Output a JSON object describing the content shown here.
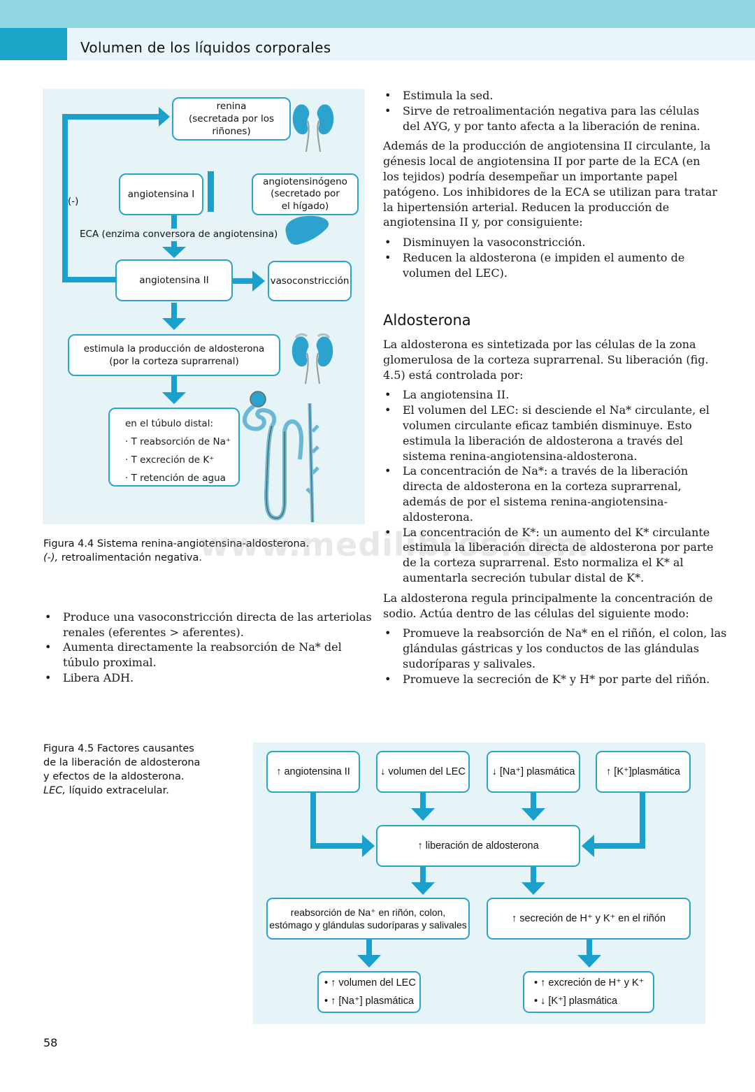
{
  "header": {
    "title": "Volumen de los líquidos corporales"
  },
  "fig44": {
    "renina": "renina",
    "renina_sub": "(secretada por los riñones)",
    "ang1": "angiotensina I",
    "angiotensinogeno": "angiotensinógeno",
    "angiotensinogeno_sub": "(secretado por",
    "angiotensinogeno_sub2": "el hígado)",
    "neg": "(-)",
    "eca": "ECA (enzima conversora de angiotensina)",
    "ang2": "angiotensina II",
    "vaso": "vasoconstricción",
    "aldo1": "estimula la producción de aldosterona",
    "aldo2": "(por la corteza suprarrenal)",
    "tubulo": [
      "en el túbulo distal:",
      "· T reabsorción de Na⁺",
      "· T excreción de K⁺",
      "· T retención de agua"
    ],
    "caption_a": "Figura 4.4 Sistema renina-angiotensina-aldosterona.",
    "caption_b_italic": "(-),",
    "caption_b": " retroalimentación negativa."
  },
  "watermark": "www.medilibros.com",
  "left_bullets": [
    "Produce una vasoconstricción directa de las arteriolas renales (eferentes > aferentes).",
    "Aumenta directamente la reabsorción de Na* del túbulo proximal.",
    "Libera ADH."
  ],
  "right_col": {
    "bullets1": [
      "Estimula la sed.",
      "Sirve de retroalimentación negativa para las células del AYG, y por tanto afecta a la liberación de renina."
    ],
    "para1": "Además de la producción de angiotensina II circulante, la génesis local de angiotensina II por parte de la ECA (en los tejidos) podría desempeñar un importante papel patógeno. Los inhibidores de la ECA se utilizan para tratar la hipertensión arterial. Reducen la producción de angiotensina II y, por consiguiente:",
    "bullets2": [
      "Disminuyen la vasoconstricción.",
      "Reducen la aldosterona (e impiden el aumento de volumen del LEC)."
    ],
    "heading": "Aldosterona",
    "para2": "La aldosterona es sintetizada por las células de la zona glomerulosa de la corteza suprarrenal. Su liberación (fig. 4.5) está controlada por:",
    "bullets3": [
      "La angiotensina II.",
      "El volumen del LEC: si desciende el Na* circulante, el volumen circulante eficaz también disminuye. Esto estimula la liberación de aldosterona a través del sistema renina-angiotensina-aldosterona.",
      "La concentración de Na*: a través de la liberación directa de aldosterona en la corteza suprarrenal, además de por el sistema renina-angiotensina-aldosterona.",
      "La concentración de K*: un aumento del K* circulante estimula la liberación directa de aldosterona por parte de la corteza suprarrenal. Esto normaliza el K* al aumentarla secreción tubular distal de K*."
    ],
    "para3": "La aldosterona regula principalmente la concentración de sodio. Actúa dentro de las células del siguiente modo:",
    "bullets4": [
      "Promueve la reabsorción de Na* en el riñón, el colon, las glándulas gástricas y los conductos de las glándulas sudoríparas y salivales.",
      "Promueve la secreción de K* y H* por parte del riñón."
    ]
  },
  "fig45": {
    "caption_1": "Figura 4.5 Factores causantes",
    "caption_2": "de la liberación de aldosterona",
    "caption_3": "y efectos de la aldosterona.",
    "caption_4_italic": "LEC,",
    "caption_4": " líquido extracelular.",
    "box_ang": "↑ angiotensina II",
    "box_vol": "↓ volumen del LEC",
    "box_na": "↓ [Na⁺] plasmática",
    "box_k": "↑ [K⁺]plasmática",
    "box_lib": "↑ liberación de aldosterona",
    "box_reab_1": "reabsorción de Na⁺ en riñón, colon,",
    "box_reab_2": "estómago y glándulas sudoríparas y salivales",
    "box_sec": "↑ secreción de H⁺ y K⁺ en el riñón",
    "out1": [
      "• ↑ volumen del LEC",
      "• ↑ [Na⁺] plasmática"
    ],
    "out2": [
      "• ↑ excreción de H⁺ y K⁺",
      "• ↓ [K⁺] plasmática"
    ]
  },
  "page_number": "58"
}
